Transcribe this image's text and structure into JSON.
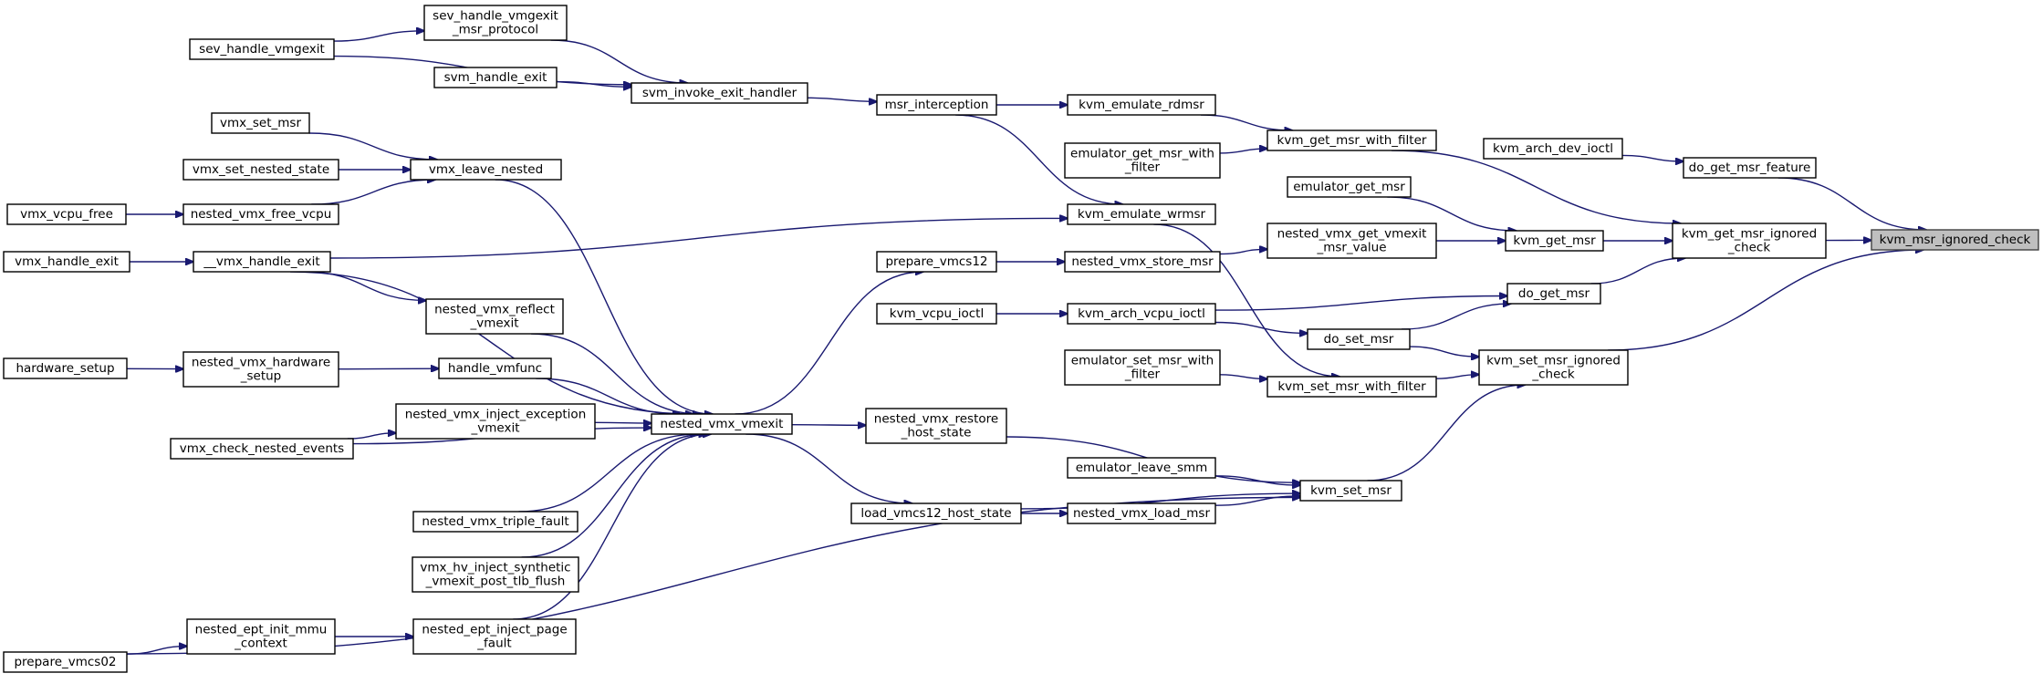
{
  "colors": {
    "edge": "#191970",
    "root_fill": "#bfbfbf",
    "node_fill": "#ffffff",
    "node_border": "#000000"
  },
  "nodes": [
    {
      "id": "root",
      "lines": [
        "kvm_msr_ignored_check"
      ]
    },
    {
      "id": "getig",
      "lines": [
        "kvm_get_msr_ignored",
        "_check"
      ]
    },
    {
      "id": "setig",
      "lines": [
        "kvm_set_msr_ignored",
        "_check"
      ]
    },
    {
      "id": "dgmf",
      "lines": [
        "do_get_msr_feature"
      ]
    },
    {
      "id": "kadi",
      "lines": [
        "kvm_arch_dev_ioctl"
      ]
    },
    {
      "id": "gmwf",
      "lines": [
        "kvm_get_msr_with_filter"
      ]
    },
    {
      "id": "kgm",
      "lines": [
        "kvm_get_msr"
      ]
    },
    {
      "id": "dgm",
      "lines": [
        "do_get_msr"
      ]
    },
    {
      "id": "dsm",
      "lines": [
        "do_set_msr"
      ]
    },
    {
      "id": "smwf",
      "lines": [
        "kvm_set_msr_with_filter"
      ]
    },
    {
      "id": "ksm",
      "lines": [
        "kvm_set_msr"
      ]
    },
    {
      "id": "kerd",
      "lines": [
        "kvm_emulate_rdmsr"
      ]
    },
    {
      "id": "egmwf",
      "lines": [
        "emulator_get_msr_with",
        "_filter"
      ]
    },
    {
      "id": "egm",
      "lines": [
        "emulator_get_msr"
      ]
    },
    {
      "id": "nvgvm",
      "lines": [
        "nested_vmx_get_vmexit",
        "_msr_value"
      ]
    },
    {
      "id": "kewr",
      "lines": [
        "kvm_emulate_wrmsr"
      ]
    },
    {
      "id": "nvsm",
      "lines": [
        "nested_vmx_store_msr"
      ]
    },
    {
      "id": "kaio",
      "lines": [
        "kvm_arch_vcpu_ioctl"
      ]
    },
    {
      "id": "esmwf",
      "lines": [
        "emulator_set_msr_with",
        "_filter"
      ]
    },
    {
      "id": "els",
      "lines": [
        "emulator_leave_smm"
      ]
    },
    {
      "id": "nvlm",
      "lines": [
        "nested_vmx_load_msr"
      ]
    },
    {
      "id": "mi",
      "lines": [
        "msr_interception"
      ]
    },
    {
      "id": "pv12",
      "lines": [
        "prepare_vmcs12"
      ]
    },
    {
      "id": "kvio",
      "lines": [
        "kvm_vcpu_ioctl"
      ]
    },
    {
      "id": "nvrhs",
      "lines": [
        "nested_vmx_restore",
        "_host_state"
      ]
    },
    {
      "id": "lv12",
      "lines": [
        "load_vmcs12_host_state"
      ]
    },
    {
      "id": "sieh",
      "lines": [
        "svm_invoke_exit_handler"
      ]
    },
    {
      "id": "nvv",
      "lines": [
        "nested_vmx_vmexit"
      ]
    },
    {
      "id": "shvmp",
      "lines": [
        "sev_handle_vmgexit",
        "_msr_protocol"
      ]
    },
    {
      "id": "she",
      "lines": [
        "svm_handle_exit"
      ]
    },
    {
      "id": "vln",
      "lines": [
        "vmx_leave_nested"
      ]
    },
    {
      "id": "vhe",
      "lines": [
        "__vmx_handle_exit"
      ]
    },
    {
      "id": "nvrv",
      "lines": [
        "nested_vmx_reflect",
        "_vmexit"
      ]
    },
    {
      "id": "hvf",
      "lines": [
        "handle_vmfunc"
      ]
    },
    {
      "id": "nvie",
      "lines": [
        "nested_vmx_inject_exception",
        "_vmexit"
      ]
    },
    {
      "id": "nvtf",
      "lines": [
        "nested_vmx_triple_fault"
      ]
    },
    {
      "id": "vhis",
      "lines": [
        "vmx_hv_inject_synthetic",
        "_vmexit_post_tlb_flush"
      ]
    },
    {
      "id": "neipf",
      "lines": [
        "nested_ept_inject_page",
        "_fault"
      ]
    },
    {
      "id": "shv",
      "lines": [
        "sev_handle_vmgexit"
      ]
    },
    {
      "id": "vsm",
      "lines": [
        "vmx_set_msr"
      ]
    },
    {
      "id": "vsns",
      "lines": [
        "vmx_set_nested_state"
      ]
    },
    {
      "id": "nvfv",
      "lines": [
        "nested_vmx_free_vcpu"
      ]
    },
    {
      "id": "nvhs",
      "lines": [
        "nested_vmx_hardware",
        "_setup"
      ]
    },
    {
      "id": "vcne",
      "lines": [
        "vmx_check_nested_events"
      ]
    },
    {
      "id": "neimc",
      "lines": [
        "nested_ept_init_mmu",
        "_context"
      ]
    },
    {
      "id": "vvf",
      "lines": [
        "vmx_vcpu_free"
      ]
    },
    {
      "id": "vhex",
      "lines": [
        "vmx_handle_exit"
      ]
    },
    {
      "id": "hs",
      "lines": [
        "hardware_setup"
      ]
    },
    {
      "id": "pv02",
      "lines": [
        "prepare_vmcs02"
      ]
    }
  ],
  "edges": [
    [
      "getig",
      "root"
    ],
    [
      "setig",
      "root"
    ],
    [
      "dgmf",
      "root"
    ],
    [
      "kadi",
      "dgmf"
    ],
    [
      "gmwf",
      "getig"
    ],
    [
      "kgm",
      "getig"
    ],
    [
      "dgm",
      "getig"
    ],
    [
      "dsm",
      "setig"
    ],
    [
      "smwf",
      "setig"
    ],
    [
      "ksm",
      "setig"
    ],
    [
      "kerd",
      "gmwf"
    ],
    [
      "egmwf",
      "gmwf"
    ],
    [
      "egm",
      "kgm"
    ],
    [
      "nvgvm",
      "kgm"
    ],
    [
      "kaio",
      "dgm"
    ],
    [
      "dsm",
      "dgm"
    ],
    [
      "kaio",
      "dsm"
    ],
    [
      "kewr",
      "smwf"
    ],
    [
      "esmwf",
      "smwf"
    ],
    [
      "nvrhs",
      "ksm"
    ],
    [
      "els",
      "ksm"
    ],
    [
      "nvlm",
      "ksm"
    ],
    [
      "lv12",
      "ksm"
    ],
    [
      "pv02",
      "ksm"
    ],
    [
      "mi",
      "kerd"
    ],
    [
      "mi",
      "kewr"
    ],
    [
      "vhe",
      "kewr"
    ],
    [
      "nvsm",
      "nvgvm"
    ],
    [
      "pv12",
      "nvsm"
    ],
    [
      "kvio",
      "kaio"
    ],
    [
      "nvv",
      "nvrhs"
    ],
    [
      "nvv",
      "lv12"
    ],
    [
      "lv12",
      "nvlm"
    ],
    [
      "nvv",
      "pv12"
    ],
    [
      "sieh",
      "mi"
    ],
    [
      "shvmp",
      "sieh"
    ],
    [
      "she",
      "sieh"
    ],
    [
      "shv",
      "sieh"
    ],
    [
      "shv",
      "shvmp"
    ],
    [
      "vln",
      "nvv"
    ],
    [
      "vhe",
      "nvv"
    ],
    [
      "nvrv",
      "nvv"
    ],
    [
      "hvf",
      "nvv"
    ],
    [
      "nvie",
      "nvv"
    ],
    [
      "vcne",
      "nvv"
    ],
    [
      "nvtf",
      "nvv"
    ],
    [
      "vhis",
      "nvv"
    ],
    [
      "neipf",
      "nvv"
    ],
    [
      "vsm",
      "vln"
    ],
    [
      "vsns",
      "vln"
    ],
    [
      "nvfv",
      "vln"
    ],
    [
      "vvf",
      "nvfv"
    ],
    [
      "vhex",
      "vhe"
    ],
    [
      "vhe",
      "nvrv"
    ],
    [
      "hs",
      "nvhs"
    ],
    [
      "nvhs",
      "hvf"
    ],
    [
      "vcne",
      "nvie"
    ],
    [
      "neimc",
      "neipf"
    ],
    [
      "pv02",
      "neimc"
    ]
  ]
}
